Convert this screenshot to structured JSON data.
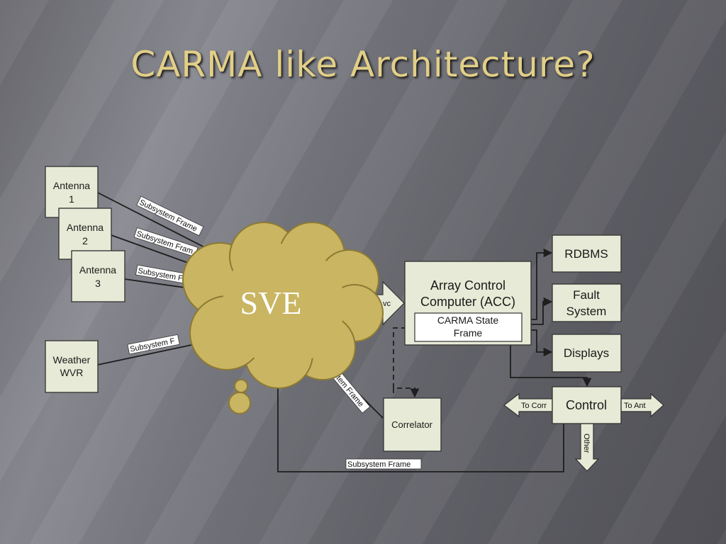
{
  "slide": {
    "title": "CARMA like Architecture?"
  },
  "nodes": {
    "antenna1": [
      "Antenna",
      "1"
    ],
    "antenna2": [
      "Antenna",
      "2"
    ],
    "antenna3": [
      "Antenna",
      "3"
    ],
    "weather": [
      "Weather",
      "WVR"
    ],
    "acc": [
      "Array Control",
      "Computer (ACC)"
    ],
    "state_frame": [
      "CARMA State",
      "Frame"
    ],
    "rdbms": "RDBMS",
    "fault": [
      "Fault",
      "System"
    ],
    "displays": "Displays",
    "correlator": "Correlator",
    "control": "Control",
    "sve": "SVE"
  },
  "edge_labels": {
    "subsystem_frame": "Subsystem Frame",
    "subsystem_frame_trunc1": "Subsystem Frame",
    "subsystem_frame_trunc2": "Subsystem Fram",
    "subsystem_frame_trunc3": "Subsystem F",
    "subsystem_frame_corr": "system Frame",
    "acc_in": "vc",
    "to_corr": "To Corr",
    "to_ant": "To Ant",
    "other": "Other"
  }
}
